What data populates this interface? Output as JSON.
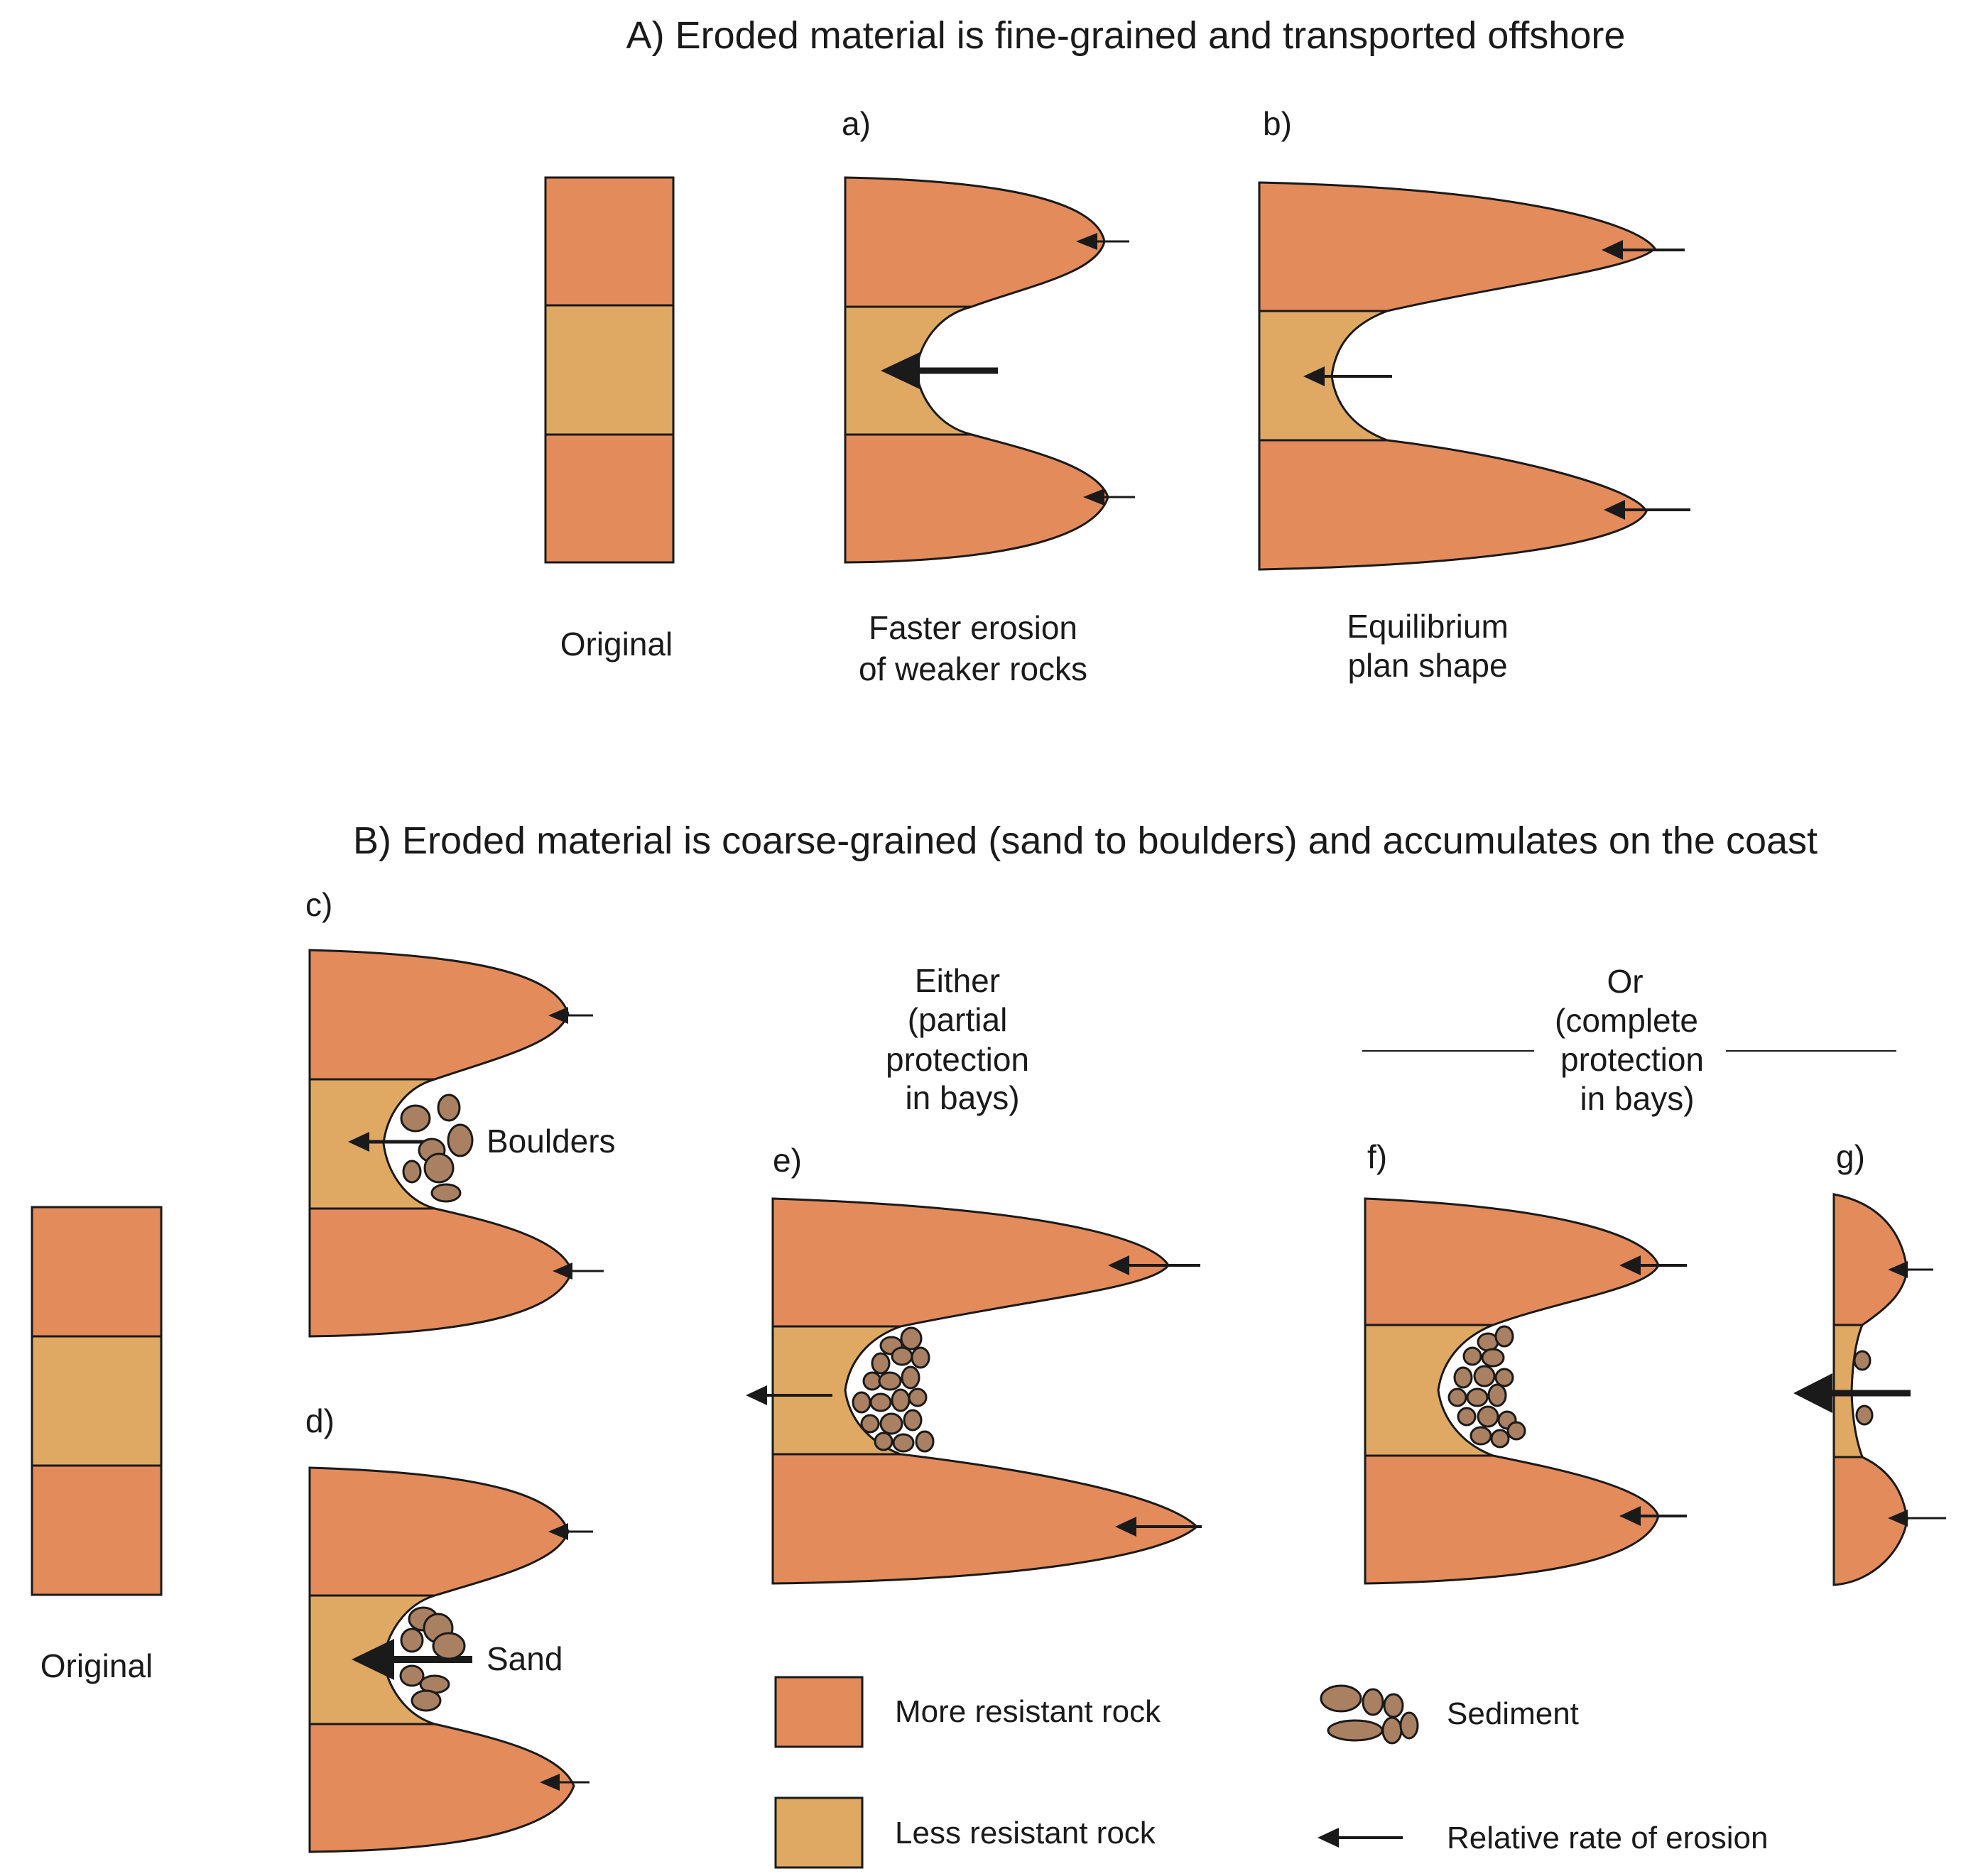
{
  "colors": {
    "more_resistant": "#E38B5B",
    "less_resistant": "#DFA964",
    "sediment": "#A98061",
    "outline": "#1a1a1a",
    "background": "#ffffff"
  },
  "section_a": {
    "title": "A) Eroded material is fine-grained and transported offshore",
    "panel_a_letter": "a)",
    "panel_b_letter": "b)",
    "caption_original": "Original",
    "caption_a_line1": "Faster erosion",
    "caption_a_line2": "of weaker rocks",
    "caption_b_line1": "Equilibrium",
    "caption_b_line2": "plan shape"
  },
  "section_b": {
    "title": "B) Eroded material is coarse-grained (sand to boulders) and accumulates on the coast",
    "panel_c_letter": "c)",
    "panel_d_letter": "d)",
    "panel_e_letter": "e)",
    "panel_f_letter": "f)",
    "panel_g_letter": "g)",
    "label_boulders": "Boulders",
    "label_sand": "Sand",
    "caption_original": "Original",
    "either_line1": "Either",
    "either_line2": "(partial",
    "either_line3": "protection",
    "either_line4": "in bays)",
    "or_line1": "Or",
    "or_line2": "(complete",
    "or_line3": "protection",
    "or_line4": "in bays)"
  },
  "legend": {
    "more_resistant": "More resistant rock",
    "less_resistant": "Less resistant rock",
    "sediment": "Sediment",
    "erosion_rate": "Relative rate of erosion"
  },
  "icons": [
    "erosion-arrow-icon",
    "sediment-icon"
  ]
}
